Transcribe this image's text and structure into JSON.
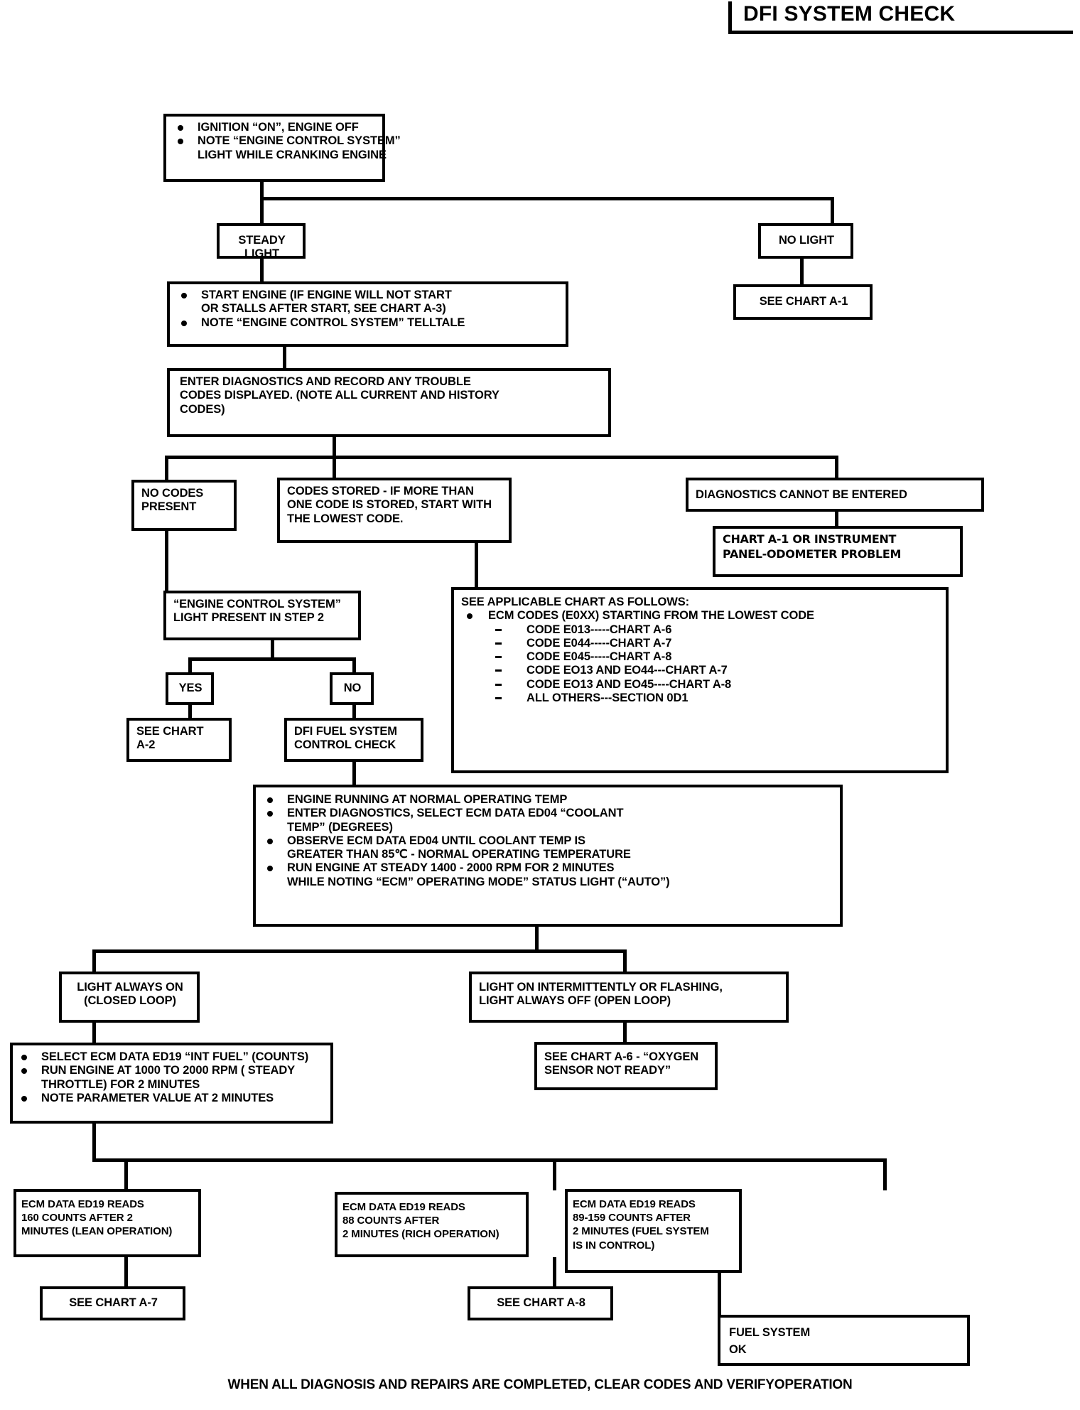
{
  "title": "DFI SYSTEM CHECK",
  "footer": "WHEN ALL DIAGNOSIS AND REPAIRS ARE COMPLETED, CLEAR CODES AND VERIFYOPERATION",
  "colors": {
    "ink": "#000000",
    "paper": "#ffffff"
  },
  "nodes": {
    "start": {
      "lines": [
        "IGNITION “ON”, ENGINE OFF",
        "NOTE “ENGINE CONTROL SYSTEM”",
        "LIGHT WHILE CRANKING ENGINE"
      ]
    },
    "steady_light": {
      "label": "STEADY LIGHT"
    },
    "no_light": {
      "label": "NO LIGHT"
    },
    "see_chart_a1": {
      "label": "SEE CHART A-1"
    },
    "start_engine": {
      "lines": [
        "START ENGINE (IF ENGINE WILL NOT START",
        "OR STALLS AFTER START, SEE CHART A-3)",
        "NOTE “ENGINE CONTROL SYSTEM” TELLTALE"
      ]
    },
    "enter_diagnostics": {
      "lines": [
        "ENTER DIAGNOSTICS AND RECORD ANY TROUBLE",
        "CODES DISPLAYED.  (NOTE ALL CURRENT AND HISTORY",
        "CODES)"
      ]
    },
    "no_codes": {
      "lines": [
        "NO CODES",
        "PRESENT"
      ]
    },
    "codes_stored": {
      "lines": [
        "CODES STORED - IF MORE THAN",
        "ONE CODE IS STORED, START WITH",
        "THE LOWEST CODE."
      ]
    },
    "diag_cannot": {
      "label": "DIAGNOSTICS CANNOT BE ENTERED"
    },
    "chart_a1_instrument": {
      "lines": [
        "CHART A-1 OR INSTRUMENT",
        "PANEL-ODOMETER PROBLEM"
      ]
    },
    "ecs_light_present": {
      "lines": [
        "“ENGINE CONTROL SYSTEM”",
        "LIGHT PRESENT IN STEP 2"
      ]
    },
    "yes": {
      "label": "YES"
    },
    "no": {
      "label": "NO"
    },
    "see_chart_a2": {
      "lines": [
        "SEE CHART",
        "A-2"
      ]
    },
    "dfi_fuel_check": {
      "lines": [
        "DFI FUEL SYSTEM",
        "CONTROL CHECK"
      ]
    },
    "applicable_chart": {
      "heading": "SEE APPLICABLE CHART AS FOLLOWS:",
      "bullet": "ECM CODES (E0XX) STARTING FROM THE LOWEST CODE",
      "items": [
        "CODE E013-----CHART A-6",
        "CODE E044-----CHART A-7",
        "CODE E045-----CHART A-8",
        "CODE EO13 AND EO44---CHART A-7",
        "CODE EO13 AND EO45----CHART A-8",
        "ALL OTHERS---SECTION 0D1"
      ]
    },
    "engine_running": {
      "lines": [
        "ENGINE RUNNING AT NORMAL OPERATING TEMP",
        "ENTER DIAGNOSTICS, SELECT ECM DATA ED04 “COOLANT",
        "TEMP” (DEGREES)",
        "OBSERVE ECM DATA ED04 UNTIL COOLANT TEMP  IS",
        "GREATER THAN 85℃ - NORMAL OPERATING TEMPERATURE",
        "RUN ENGINE AT STEADY 1400 - 2000 RPM FOR 2 MINUTES",
        "WHILE NOTING “ECM” OPERATING MODE”  STATUS LIGHT (“AUTO”)"
      ]
    },
    "light_always_on": {
      "lines": [
        "LIGHT ALWAYS ON",
        "(CLOSED LOOP)"
      ]
    },
    "light_intermittent": {
      "lines": [
        "LIGHT ON INTERMITTENTLY OR FLASHING,",
        "LIGHT ALWAYS OFF      (OPEN LOOP)"
      ]
    },
    "select_ecm_ed19": {
      "lines": [
        "SELECT ECM DATA ED19 “INT FUEL” (COUNTS)",
        "RUN ENGINE AT 1000 TO 2000 RPM ( STEADY",
        "THROTTLE) FOR 2 MINUTES",
        "NOTE PARAMETER VALUE AT 2 MINUTES"
      ]
    },
    "see_chart_a6_oxygen": {
      "lines": [
        "SEE CHART A-6 - “OXYGEN",
        "SENSOR NOT READY”"
      ]
    },
    "reads_160": {
      "lines": [
        "ECM DATA ED19 READS",
        "160 COUNTS AFTER 2",
        "MINUTES (LEAN OPERATION)"
      ]
    },
    "reads_88": {
      "lines": [
        "ECM DATA ED19 READS",
        "88 COUNTS AFTER",
        "2 MINUTES (RICH OPERATION)"
      ]
    },
    "reads_89_159": {
      "lines": [
        "ECM DATA ED19 READS",
        "89-159 COUNTS AFTER",
        "2 MINUTES (FUEL SYSTEM",
        "IS IN CONTROL)"
      ]
    },
    "see_chart_a7": {
      "label": "SEE CHART A-7"
    },
    "see_chart_a8": {
      "label": "SEE CHART A-8"
    },
    "fuel_system_ok": {
      "lines": [
        "FUEL SYSTEM",
        "OK"
      ]
    }
  }
}
